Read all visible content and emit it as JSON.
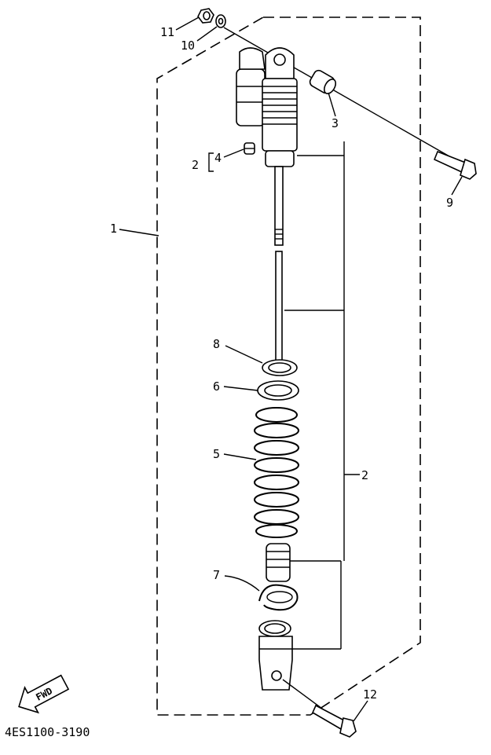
{
  "diagram": {
    "part_code": "4ES1100-3190",
    "fwd_label": "FWD",
    "callouts": {
      "c1": "1",
      "c2_bracket": "2",
      "c2_main": "2",
      "c3": "3",
      "c4": "4",
      "c5": "5",
      "c6": "6",
      "c7": "7",
      "c8": "8",
      "c9": "9",
      "c10": "10",
      "c11": "11",
      "c12": "12"
    }
  }
}
